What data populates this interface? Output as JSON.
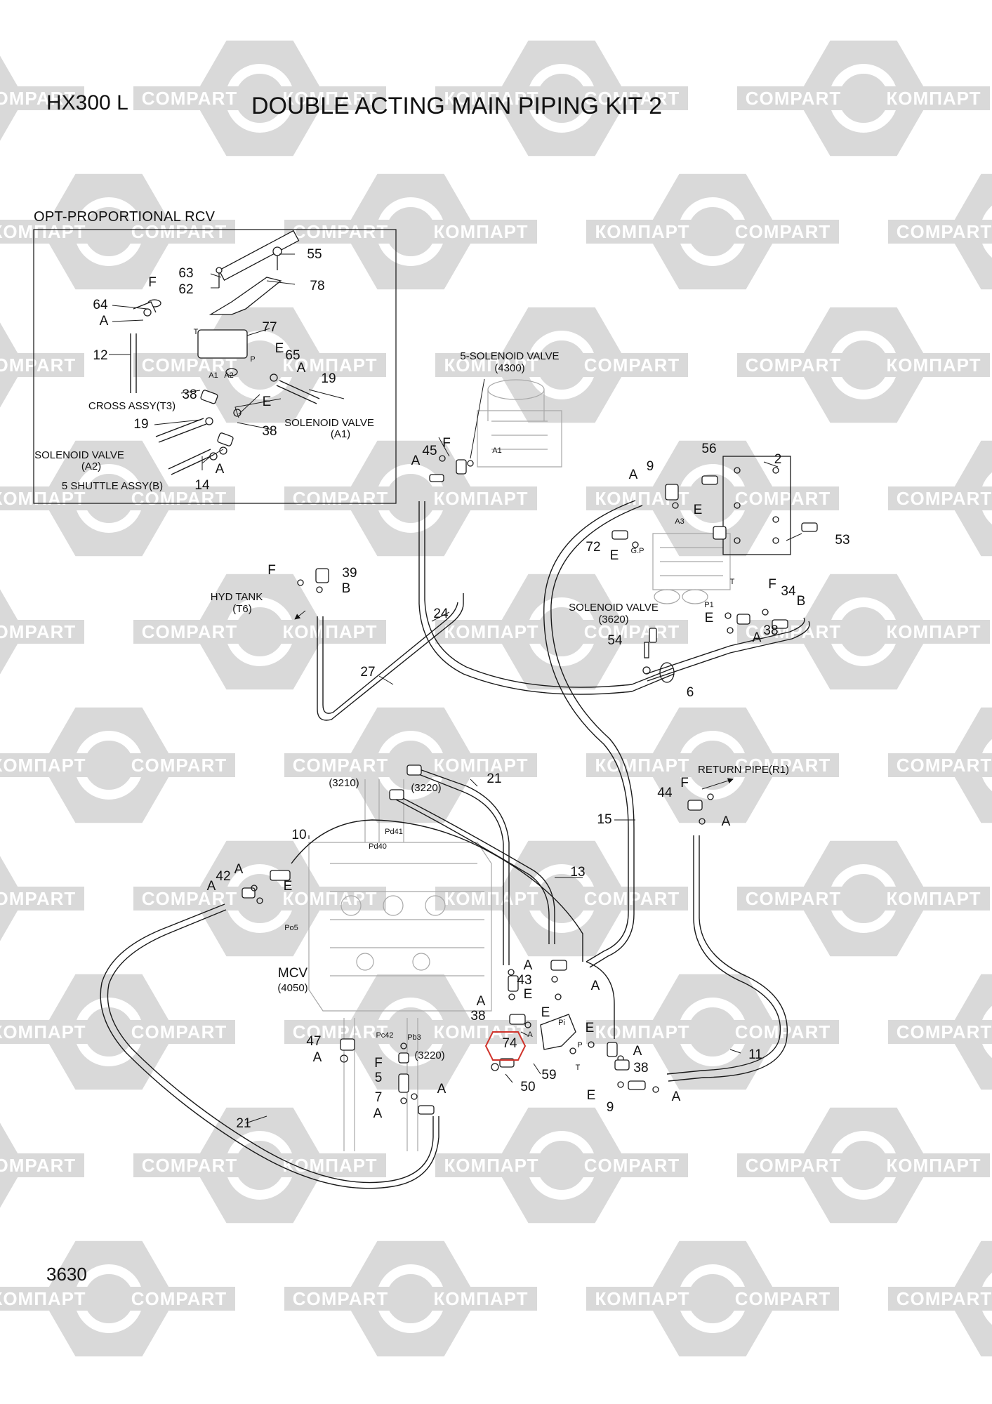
{
  "header": {
    "model": "HX300 L",
    "title": "DOUBLE ACTING MAIN PIPING KIT 2",
    "page_number": "3630"
  },
  "watermark": {
    "text_cyrillic": "КОМПАРТ",
    "text_latin": "COMPART"
  },
  "inset": {
    "title": "OPT-PROPORTIONAL RCV",
    "labels": {
      "n55": "55",
      "n78": "78",
      "n63": "63",
      "n62": "62",
      "n64": "64",
      "nF1": "F",
      "nA1": "A",
      "n77": "77",
      "n12": "12",
      "nE1": "E",
      "n65": "65",
      "nA2": "A",
      "n19a": "19",
      "n38a": "38",
      "nE2": "E",
      "n38b": "38",
      "n19b": "19",
      "nA3": "A",
      "n14": "14",
      "cross": "CROSS ASSY(T3)",
      "sv1": "SOLENOID VALVE",
      "sv1b": "(A1)",
      "sv2": "SOLENOID VALVE",
      "sv2b": "(A2)",
      "shuttle": "5 SHUTTLE ASSY(B)",
      "pT": "T",
      "pA1": "A1",
      "pA2": "A2",
      "pP": "P"
    }
  },
  "main": {
    "labels": {
      "sv4300a": "5-SOLENOID VALVE",
      "sv4300b": "(4300)",
      "n45": "45",
      "nF3": "F",
      "nA4": "A",
      "pA1b": "A1",
      "n56": "56",
      "n2": "2",
      "nA5": "A",
      "n9a": "9",
      "nE3": "E",
      "pA3": "A3",
      "n53": "53",
      "n72": "72",
      "nE4": "E",
      "pGP": "G.P",
      "nF4": "F",
      "n39": "39",
      "nB1": "B",
      "tank": "HYD TANK",
      "tankb": "(T6)",
      "n24": "24",
      "sv3620a": "SOLENOID VALVE",
      "sv3620b": "(3620)",
      "pT2": "T",
      "pP1": "P1",
      "nF5": "F",
      "n34": "34",
      "nB2": "B",
      "nE5": "E",
      "n38c": "38",
      "nA6": "A",
      "n54": "54",
      "n27": "27",
      "n6": "6",
      "n21a": "21",
      "c3210": "(3210)",
      "c3220a": "(3220)",
      "pPd41": "Pd41",
      "pPd40": "Pd40",
      "return": "RETURN PIPE(R1)",
      "n44": "44",
      "nF6": "F",
      "nA7": "A",
      "n10": "10",
      "n15": "15",
      "n13": "13",
      "n42": "42",
      "nA8": "A",
      "nA9": "A",
      "nE6": "E",
      "pPo5": "Po5",
      "mcv": "MCV",
      "mcvb": "(4050)",
      "nA10": "A",
      "n43": "43",
      "nA11": "A",
      "nE7": "E",
      "nA12": "A",
      "n38d": "38",
      "nE8": "E",
      "pPi": "Pi",
      "n74": "74",
      "pA": "A",
      "nE9": "E",
      "pP2": "P",
      "nA13": "A",
      "n38e": "38",
      "pT3": "T",
      "n59": "59",
      "n50": "50",
      "n11": "11",
      "nE10": "E",
      "n9b": "9",
      "nA14": "A",
      "n47": "47",
      "nA15": "A",
      "pPc42": "Pc42",
      "pPb3": "Pb3",
      "c3220b": "(3220)",
      "nF7": "F",
      "n5": "5",
      "n7": "7",
      "nA16": "A",
      "nA17": "A",
      "n21b": "21"
    }
  },
  "colors": {
    "line": "#1a1a1a",
    "ghost": "#a8a8a8",
    "watermark": "#d9d9d9",
    "highlight": "#d0342c"
  }
}
